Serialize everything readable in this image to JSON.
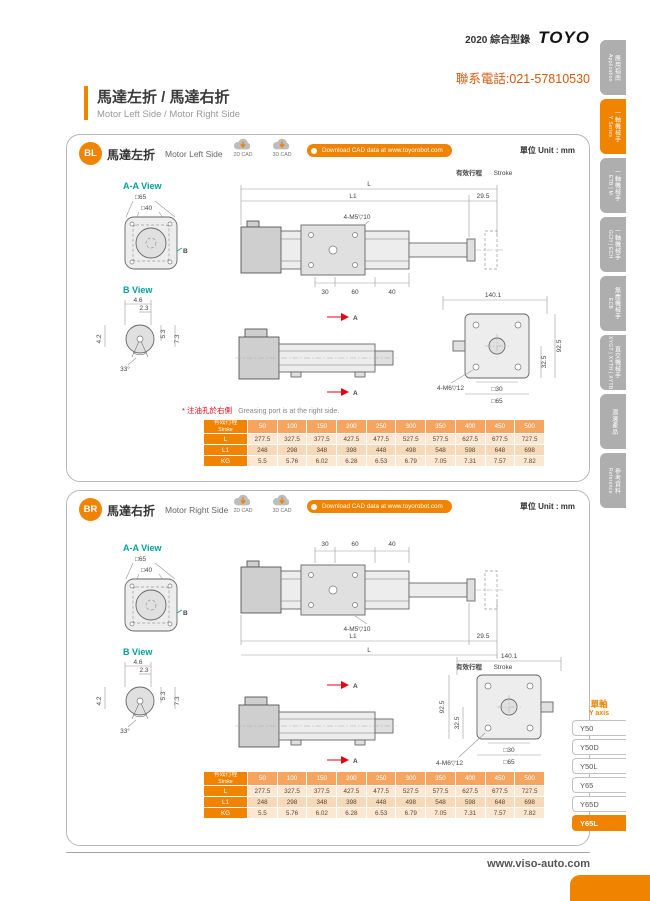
{
  "header": {
    "catalog": "2020 綜合型錄",
    "brand": "TOYO",
    "phone": "聯系電話:021-57810530"
  },
  "title": {
    "zh": "馬達左折 / 馬達右折",
    "en": "Motor Left Side / Motor Right Side"
  },
  "side_tabs": [
    {
      "zh": "應用指南",
      "en": "Application",
      "active": false
    },
    {
      "zh": "一軸機械手",
      "en": "Y Series",
      "active": true
    },
    {
      "zh": "一軸機械手",
      "en": "ETB | M",
      "active": false
    },
    {
      "zh": "一軸機械手",
      "en": "GCH | ECH",
      "active": false
    },
    {
      "zh": "無塵機械手",
      "en": "ECB",
      "active": false
    },
    {
      "zh": "直交機械手",
      "en": "XYGT | XYTH | XYTB",
      "active": false
    },
    {
      "zh": "週邊產品",
      "en": "",
      "active": false
    },
    {
      "zh": "參考資料",
      "en": "Reference",
      "active": false
    }
  ],
  "axis_nav": {
    "header_zh": "單軸",
    "header_en": "Y axis",
    "items": [
      {
        "label": "Y50",
        "active": false
      },
      {
        "label": "Y50D",
        "active": false
      },
      {
        "label": "Y50L",
        "active": false
      },
      {
        "label": "Y65",
        "active": false
      },
      {
        "label": "Y65D",
        "active": false
      },
      {
        "label": "Y65L",
        "active": true
      }
    ]
  },
  "panels": [
    {
      "badge": "BL",
      "title_zh": "馬達左折",
      "title_en": "Motor Left Side",
      "cad2d": "2D CAD",
      "cad3d": "3D CAD",
      "download": "Download CAD data at www.toyorobot.com",
      "unit": "單位 Unit : mm",
      "aa_view": {
        "label": "A-A View",
        "sq65": "□65",
        "sq40": "□40",
        "b_ref": "B"
      },
      "b_view": {
        "label": "B View",
        "d1": "4.6",
        "d2": "2.3",
        "d3": "4.2",
        "d4": "5.3",
        "d5": "7.3",
        "angle": "33°"
      },
      "top_view": {
        "L": "L",
        "L1": "L1",
        "end": "29.5",
        "tap": "4-M5▽10",
        "p1": "30",
        "p2": "60",
        "p3": "40",
        "stroke_zh": "有效行程",
        "stroke_en": "Stroke"
      },
      "side_view": {
        "a": "A"
      },
      "end_view": {
        "w": "140.1",
        "h": "92.5",
        "h2": "32.5",
        "sq30": "□30",
        "sq65": "□65",
        "tap": "4-M6▽12"
      },
      "note_zh": "* 注油孔於右側",
      "note_en": "Greasing port is at the right side.",
      "table": {
        "header_zh": "有效行程",
        "header_en": "Stroke",
        "strokes": [
          "50",
          "100",
          "150",
          "200",
          "250",
          "300",
          "350",
          "400",
          "450",
          "500"
        ],
        "rows": [
          {
            "label": "L",
            "values": [
              "277.5",
              "327.5",
              "377.5",
              "427.5",
              "477.5",
              "527.5",
              "577.5",
              "627.5",
              "677.5",
              "727.5"
            ]
          },
          {
            "label": "L1",
            "values": [
              "248",
              "298",
              "348",
              "398",
              "448",
              "498",
              "548",
              "598",
              "648",
              "698"
            ]
          },
          {
            "label": "KG",
            "values": [
              "5.5",
              "5.76",
              "6.02",
              "6.28",
              "6.53",
              "6.79",
              "7.05",
              "7.31",
              "7.57",
              "7.82"
            ]
          }
        ]
      }
    },
    {
      "badge": "BR",
      "title_zh": "馬達右折",
      "title_en": "Motor Right Side",
      "cad2d": "2D CAD",
      "cad3d": "3D CAD",
      "download": "Download CAD data at www.toyorobot.com",
      "unit": "單位 Unit : mm",
      "aa_view": {
        "label": "A-A View",
        "sq65": "□65",
        "sq40": "□40",
        "b_ref": "B"
      },
      "b_view": {
        "label": "B View",
        "d1": "4.6",
        "d2": "2.3",
        "d3": "4.2",
        "d4": "5.3",
        "d5": "7.3",
        "angle": "33°"
      },
      "top_view": {
        "L": "L",
        "L1": "L1",
        "end": "29.5",
        "tap": "4-M5▽10",
        "p1": "30",
        "p2": "60",
        "p3": "40",
        "stroke_zh": "有效行程",
        "stroke_en": "Stroke"
      },
      "side_view": {
        "a": "A"
      },
      "end_view": {
        "w": "140.1",
        "h": "92.5",
        "h2": "32.5",
        "sq30": "□30",
        "sq65": "□65",
        "tap": "4-M6▽12"
      },
      "table": {
        "header_zh": "有效行程",
        "header_en": "Stroke",
        "strokes": [
          "50",
          "100",
          "150",
          "200",
          "250",
          "300",
          "350",
          "400",
          "450",
          "500"
        ],
        "rows": [
          {
            "label": "L",
            "values": [
              "277.5",
              "327.5",
              "377.5",
              "427.5",
              "477.5",
              "527.5",
              "577.5",
              "627.5",
              "677.5",
              "727.5"
            ]
          },
          {
            "label": "L1",
            "values": [
              "248",
              "298",
              "348",
              "398",
              "448",
              "498",
              "548",
              "598",
              "648",
              "698"
            ]
          },
          {
            "label": "KG",
            "values": [
              "5.5",
              "5.76",
              "6.02",
              "6.28",
              "6.53",
              "6.79",
              "7.05",
              "7.31",
              "7.57",
              "7.82"
            ]
          }
        ]
      }
    }
  ],
  "footer": {
    "url": "www.viso-auto.com"
  }
}
